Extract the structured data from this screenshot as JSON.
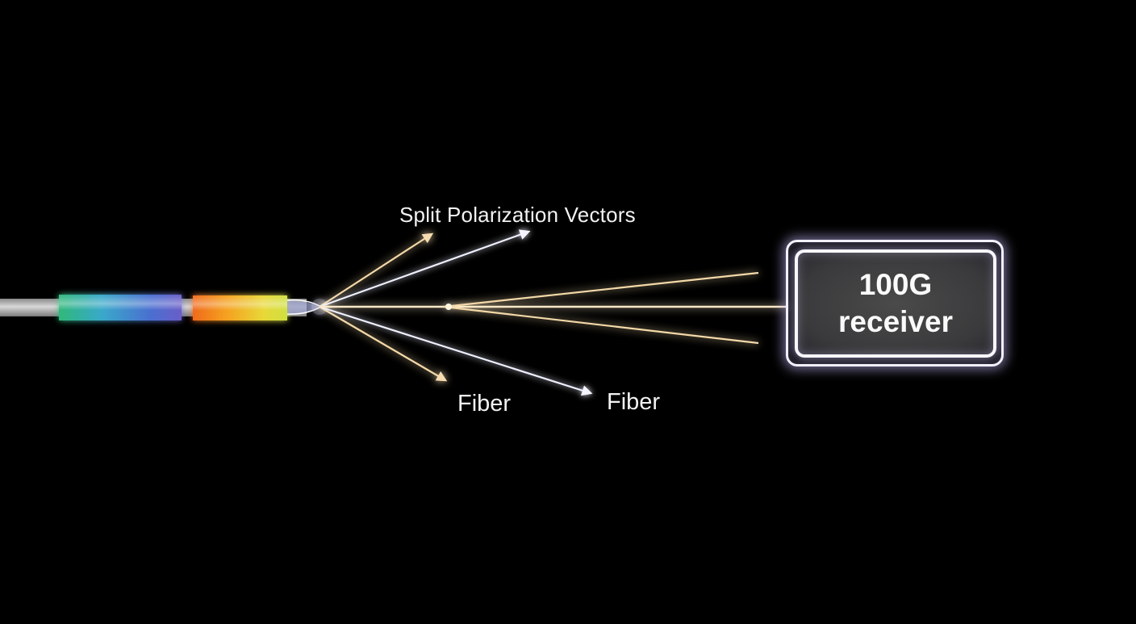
{
  "diagram": {
    "title": "Split Polarization Vectors",
    "fiber_labels": [
      "Fiber",
      "Fiber"
    ],
    "receiver": {
      "line1": "100G",
      "line2": "receiver"
    },
    "colors": {
      "background": "#000000",
      "cable": "#b5b5b5",
      "segment1_gradient": [
        "#2fb87a",
        "#39a9c9",
        "#4a6fd0",
        "#6a5ec8"
      ],
      "segment2_gradient": [
        "#f06a1e",
        "#f5a020",
        "#e8d838",
        "#cfe040"
      ],
      "warm_beam": "#f3d9a8",
      "cool_beam": "#eef0ff",
      "receiver_border": "#f4f2ff",
      "receiver_fill": "#3e3e40"
    }
  }
}
